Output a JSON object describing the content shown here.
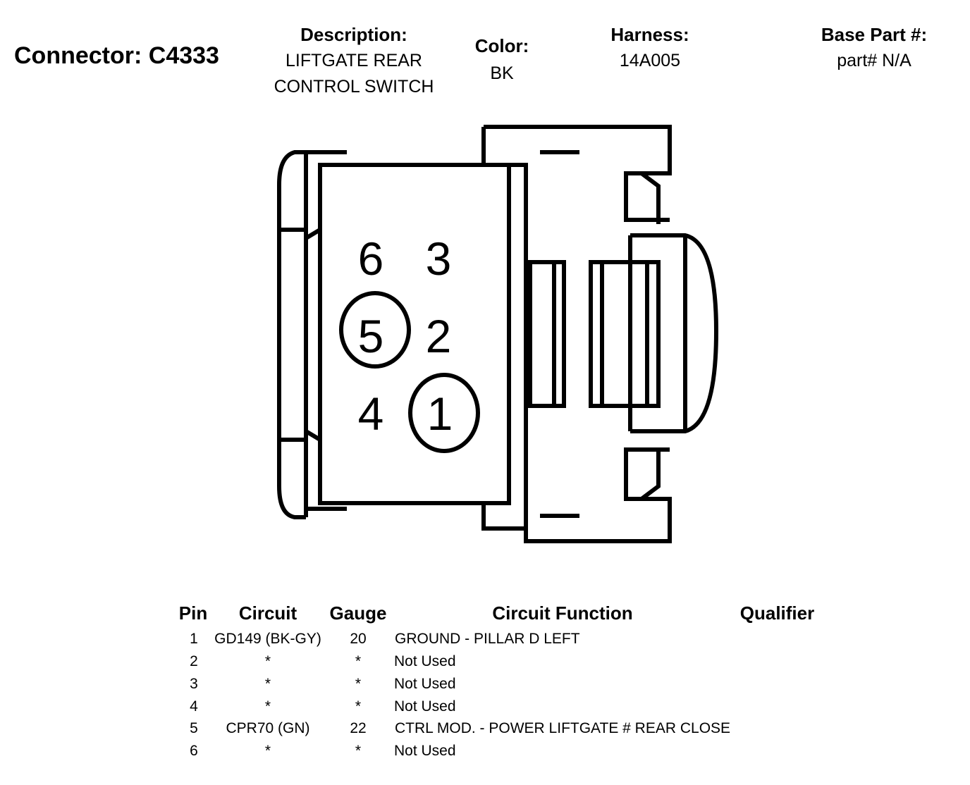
{
  "header": {
    "connector_label": "Connector: C4333",
    "description": {
      "label": "Description:",
      "lines": [
        "LIFTGATE REAR",
        "CONTROL SWITCH"
      ]
    },
    "color": {
      "label": "Color:",
      "value": "BK"
    },
    "harness": {
      "label": "Harness:",
      "value": "14A005"
    },
    "base_part": {
      "label": "Base Part #:",
      "value": "part# N/A"
    }
  },
  "connector": {
    "pins": [
      {
        "number": "6",
        "circled": false
      },
      {
        "number": "3",
        "circled": false
      },
      {
        "number": "5",
        "circled": true
      },
      {
        "number": "2",
        "circled": false
      },
      {
        "number": "4",
        "circled": false
      },
      {
        "number": "1",
        "circled": true
      }
    ]
  },
  "table": {
    "headers": {
      "pin": "Pin",
      "circuit": "Circuit",
      "gauge": "Gauge",
      "function": "Circuit Function",
      "qualifier": "Qualifier"
    },
    "rows": [
      {
        "pin": "1",
        "circuit": "GD149 (BK-GY)",
        "gauge": "20",
        "function": "GROUND - PILLAR D LEFT",
        "qualifier": ""
      },
      {
        "pin": "2",
        "circuit": "*",
        "gauge": "*",
        "function": "Not Used",
        "qualifier": ""
      },
      {
        "pin": "3",
        "circuit": "*",
        "gauge": "*",
        "function": "Not Used",
        "qualifier": ""
      },
      {
        "pin": "4",
        "circuit": "*",
        "gauge": "*",
        "function": "Not Used",
        "qualifier": ""
      },
      {
        "pin": "5",
        "circuit": "CPR70 (GN)",
        "gauge": "22",
        "function": "CTRL MOD. - POWER LIFTGATE # REAR CLOSE",
        "qualifier": ""
      },
      {
        "pin": "6",
        "circuit": "*",
        "gauge": "*",
        "function": "Not Used",
        "qualifier": ""
      }
    ]
  }
}
